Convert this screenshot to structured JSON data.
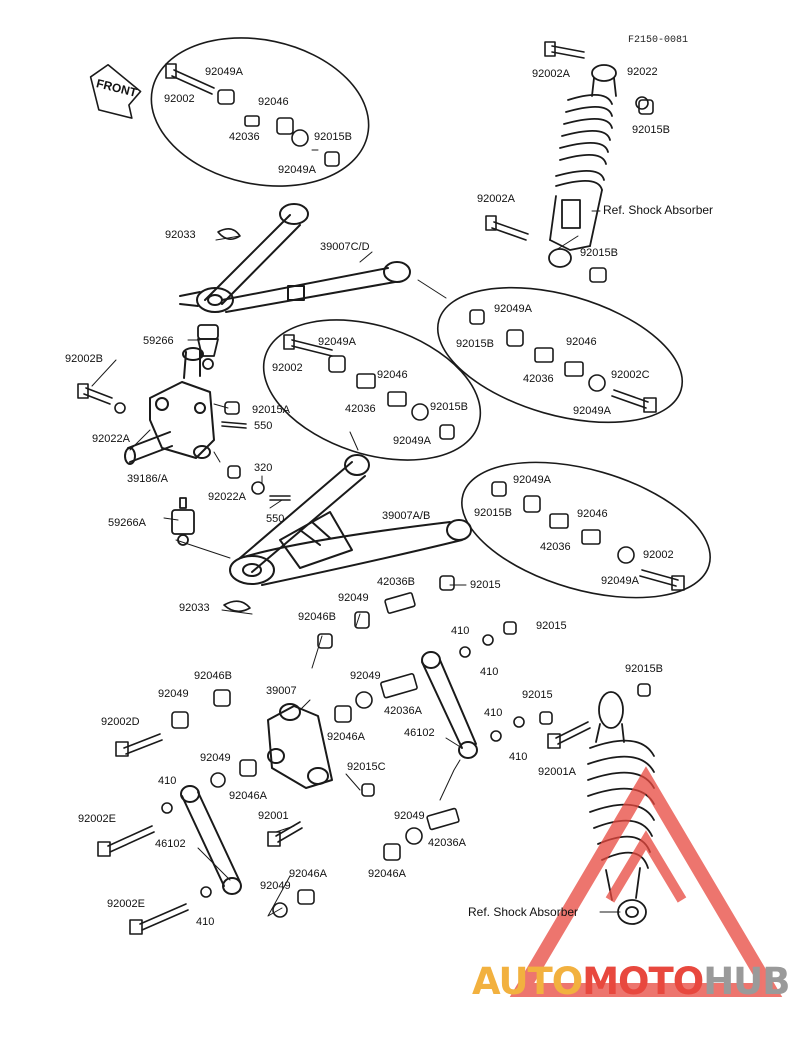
{
  "figure_id": "F2150-0081",
  "front_label": "FRONT",
  "callouts": {
    "c92049A_1": "92049A",
    "c92002_1": "92002",
    "c92046_1": "92046",
    "c42036_1": "42036",
    "c92015B_1": "92015B",
    "c92049A_2": "92049A",
    "c92002A_1": "92002A",
    "c92022": "92022",
    "c92015B_2": "92015B",
    "c92002A_2": "92002A",
    "ref_shock_1": "Ref. Shock Absorber",
    "c92015B_3": "92015B",
    "c92033_1": "92033",
    "c39007CD": "39007C/D",
    "c92049A_3": "92049A",
    "c92015B_4": "92015B",
    "c92046_2": "92046",
    "c42036_2": "42036",
    "c92002C": "92002C",
    "c92049A_4": "92049A",
    "c59266": "59266",
    "c92049A_5": "92049A",
    "c92002_2": "92002",
    "c92046_3": "92046",
    "c42036_3": "42036",
    "c92015B_5": "92015B",
    "c92049A_6": "92049A",
    "c92002B": "92002B",
    "c92015A": "92015A",
    "c550_1": "550",
    "c92022A_1": "92022A",
    "c39186A": "39186/A",
    "c320": "320",
    "c92022A_2": "92022A",
    "c550_2": "550",
    "c59266A": "59266A",
    "c92049A_7": "92049A",
    "c92015B_6": "92015B",
    "c92046_4": "92046",
    "c42036_4": "42036",
    "c92002_3": "92002",
    "c92049A_8": "92049A",
    "c39007AB": "39007A/B",
    "c42036B": "42036B",
    "c92015_1": "92015",
    "c92049_1": "92049",
    "c92033_2": "92033",
    "c92046B_1": "92046B",
    "c410_1": "410",
    "c92015_2": "92015",
    "c410_2": "410",
    "c92046B_2": "92046B",
    "c39007": "39007",
    "c92049_2": "92049",
    "c92049_3": "92049",
    "c42036A_1": "42036A",
    "c92002D": "92002D",
    "c92046A_1": "92046A",
    "c92015_3": "92015",
    "c410_3": "410",
    "c46102_1": "46102",
    "c410_4": "410",
    "c92015B_7": "92015B",
    "c92001A": "92001A",
    "c92049_4": "92049",
    "c92046A_2": "92046A",
    "c92015C": "92015C",
    "c410_5": "410",
    "c92001": "92001",
    "c92049_5": "92049",
    "c42036A_2": "42036A",
    "c92002E_1": "92002E",
    "c46102_2": "46102",
    "c92046A_3": "92046A",
    "c92046A_4": "92046A",
    "c92049_6": "92049",
    "c92002E_2": "92002E",
    "c410_6": "410",
    "ref_shock_2": "Ref. Shock Absorber"
  },
  "watermark": {
    "part1": "AUTO",
    "part2": "MOTO",
    "part3": "HUB"
  },
  "colors": {
    "line": "#1a1a1a",
    "watermark_yellow": "#f2b13f",
    "watermark_red": "#e8483e",
    "watermark_gray": "#9a9a9a"
  }
}
